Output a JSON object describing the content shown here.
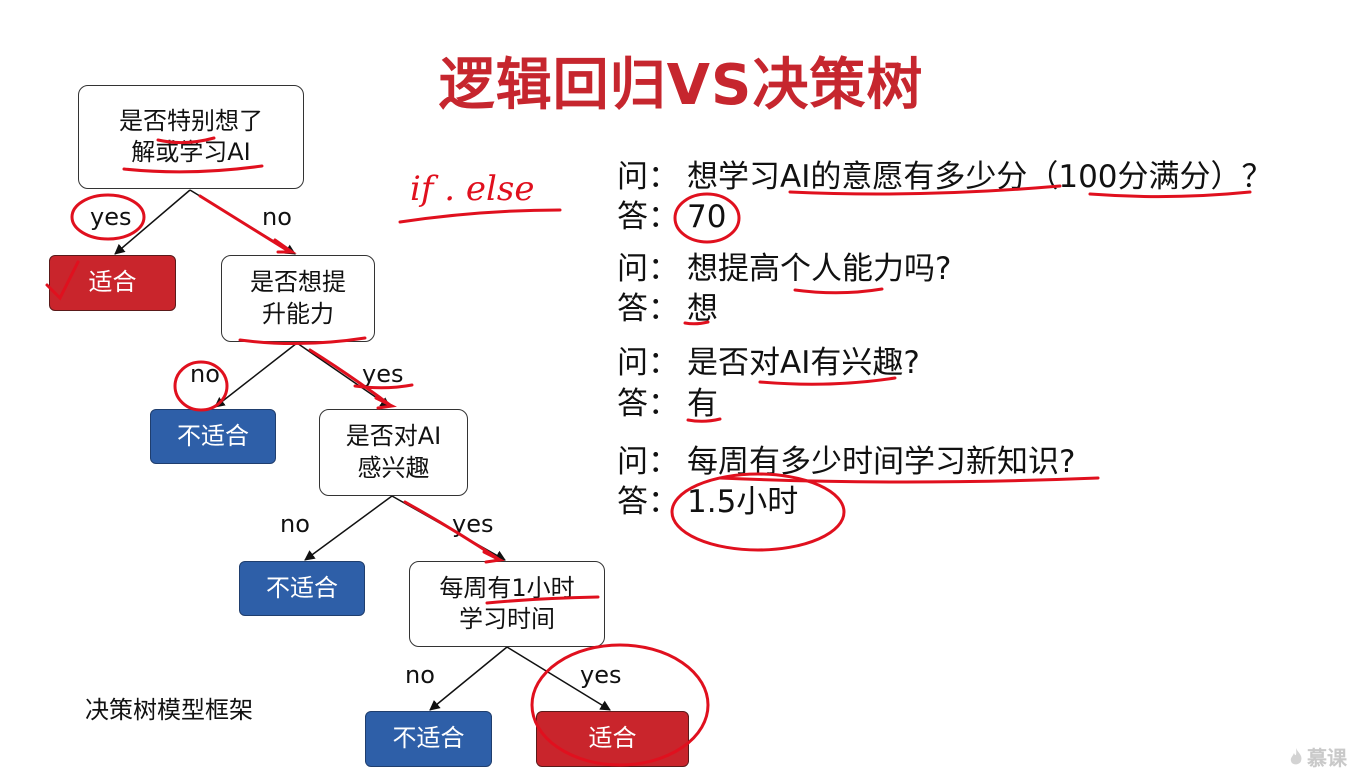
{
  "title": "逻辑回归VS决策树",
  "colors": {
    "title": "#c6262e",
    "fit": "#c9252c",
    "unfit": "#2e5fa8",
    "ink": "#e0101e"
  },
  "tree": {
    "q1": "是否特别想了\n解或学习AI",
    "q2": "是否想提\n升能力",
    "q3": "是否对AI\n感兴趣",
    "q4": "每周有1小时\n学习时间",
    "leaf_fit_1": "适合",
    "leaf_unfit_1": "不适合",
    "leaf_unfit_2": "不适合",
    "leaf_unfit_3": "不适合",
    "leaf_fit_2": "适合",
    "edges": {
      "q1_yes": "yes",
      "q1_no": "no",
      "q2_no": "no",
      "q2_yes": "yes",
      "q3_no": "no",
      "q3_yes": "yes",
      "q4_no": "no",
      "q4_yes": "yes"
    }
  },
  "caption": "决策树模型框架",
  "annotation": "if . else",
  "qa": [
    {
      "q_prefix": "问：",
      "q": "想学习AI的意愿有多少分（100分满分）？",
      "a_prefix": "答：",
      "a": "70"
    },
    {
      "q_prefix": "问：",
      "q": "想提高个人能力吗?",
      "a_prefix": "答：",
      "a": "想"
    },
    {
      "q_prefix": "问：",
      "q": "是否对AI有兴趣?",
      "a_prefix": "答：",
      "a": "有"
    },
    {
      "q_prefix": "问：",
      "q": "每周有多少时间学习新知识?",
      "a_prefix": "答：",
      "a": "1.5小时"
    }
  ],
  "logo": {
    "icon": "flame-icon",
    "text": "慕课"
  }
}
